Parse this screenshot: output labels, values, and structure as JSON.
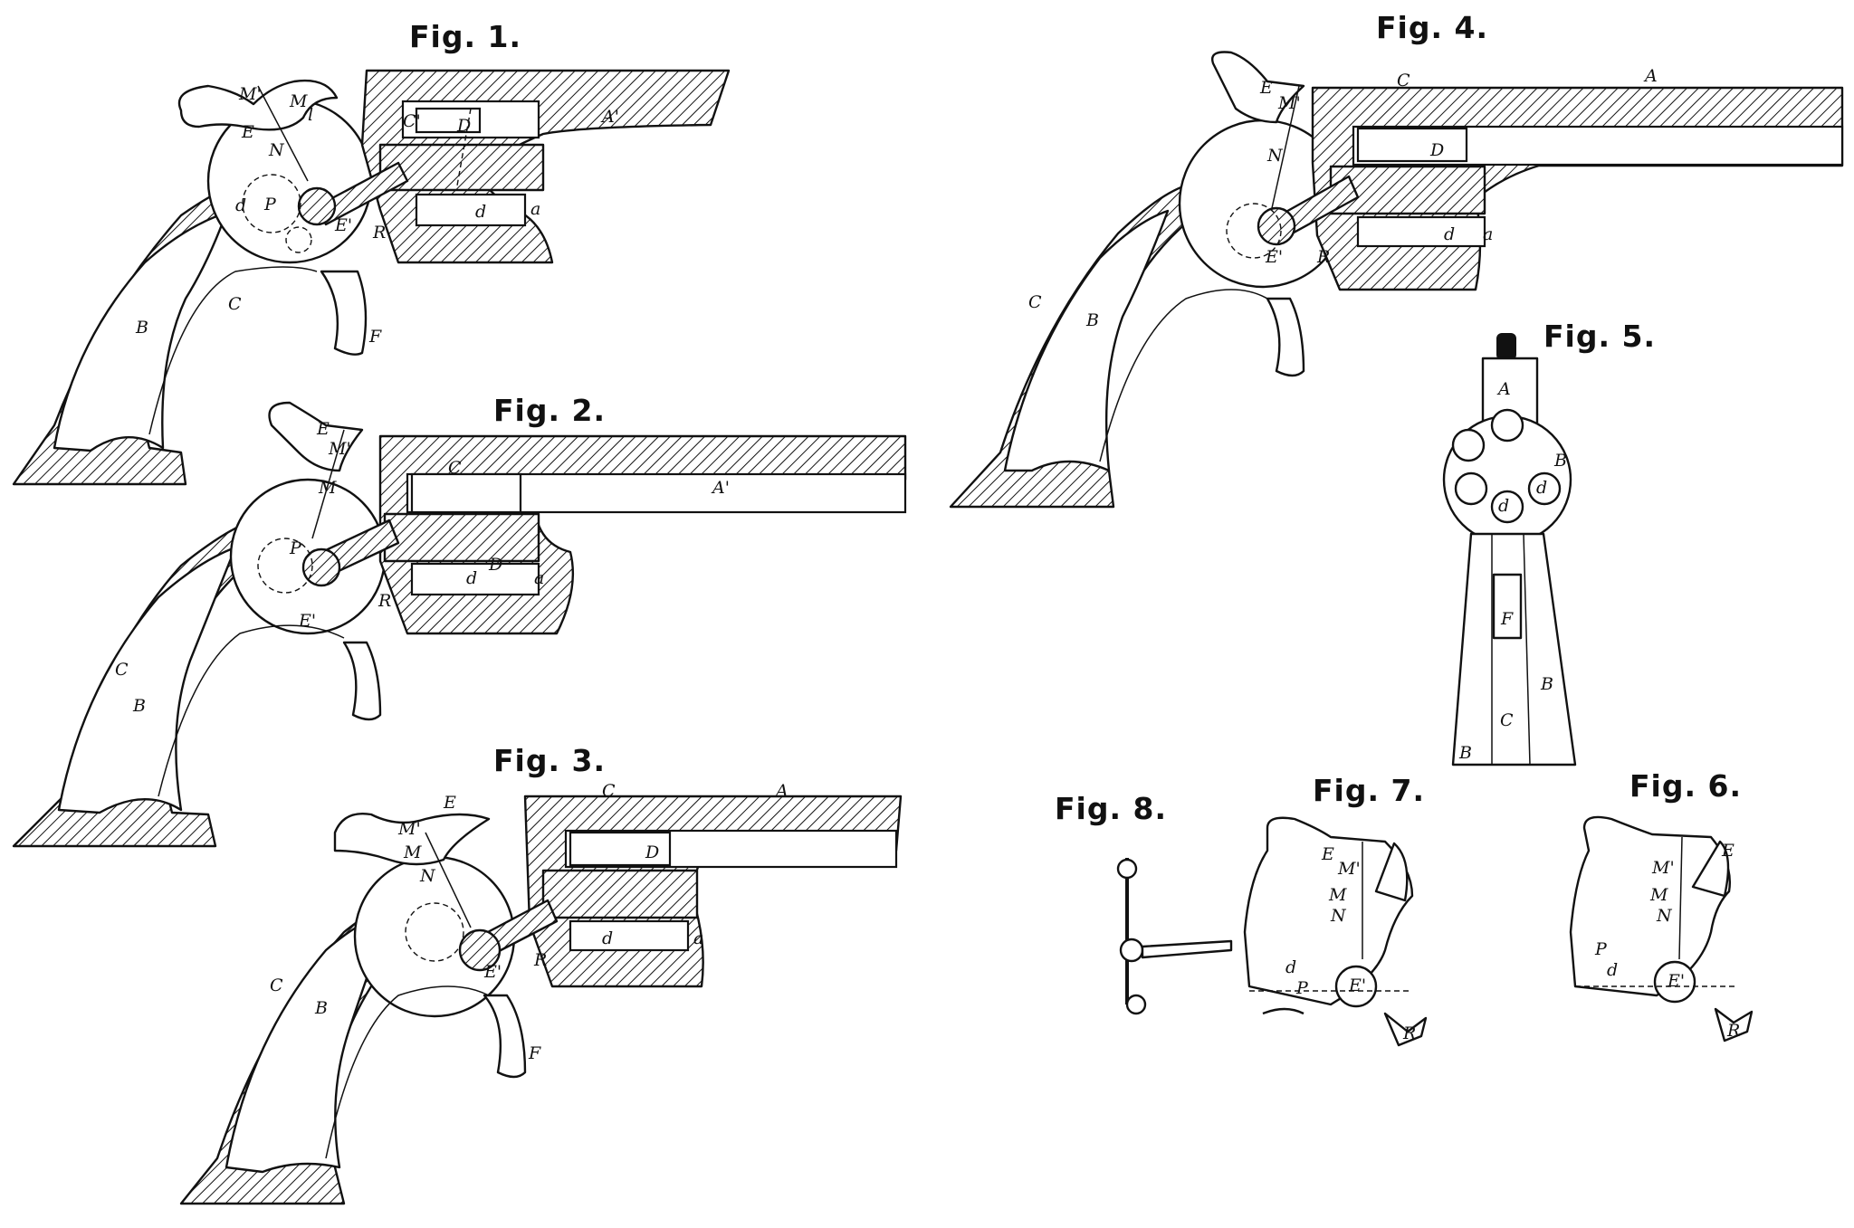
{
  "figures": [
    {
      "id": "fig1",
      "label": "Fig. 1."
    },
    {
      "id": "fig2",
      "label": "Fig. 2."
    },
    {
      "id": "fig3",
      "label": "Fig. 3."
    },
    {
      "id": "fig4",
      "label": "Fig. 4."
    },
    {
      "id": "fig5",
      "label": "Fig. 5."
    },
    {
      "id": "fig6",
      "label": "Fig. 6."
    },
    {
      "id": "fig7",
      "label": "Fig. 7."
    },
    {
      "id": "fig8",
      "label": "Fig. 8."
    }
  ],
  "part_letters": {
    "fig1": {
      "M1": "M'",
      "M": "M",
      "E": "E",
      "l": "l",
      "N": "N",
      "C1": "C'",
      "D": "D",
      "A1": "A'",
      "d_small": "d",
      "P": "P",
      "E1": "E'",
      "R": "R",
      "d": "d",
      "a": "a",
      "B": "B",
      "C": "C",
      "F": "F"
    },
    "fig2": {
      "C": "C",
      "E": "E",
      "M1": "M'",
      "M": "M",
      "A1": "A'",
      "P": "P",
      "D": "D",
      "d": "d",
      "a": "a",
      "E1": "E'",
      "R": "R",
      "C_grip": "C",
      "B": "B"
    },
    "fig3": {
      "E": "E",
      "C": "C",
      "A": "A",
      "M1": "M'",
      "M": "M",
      "N": "N",
      "D": "D",
      "d": "d",
      "a": "a",
      "E1": "E'",
      "R": "R",
      "C_grip": "C",
      "B": "B",
      "F": "F"
    },
    "fig4": {
      "E": "E",
      "M1": "M'",
      "C": "C",
      "A": "A",
      "N": "N",
      "D": "D",
      "d": "d",
      "a": "a",
      "E1": "E'",
      "R": "R",
      "C_grip": "C",
      "B": "B"
    },
    "fig5": {
      "A": "A",
      "B_top": "B",
      "d": "d",
      "d2": "d",
      "F": "F",
      "B": "B",
      "C": "C",
      "B_bottom": "B"
    },
    "fig6": {
      "E": "E",
      "M1": "M'",
      "M": "M",
      "N": "N",
      "P": "P",
      "E1": "E'",
      "R": "R",
      "d": "d"
    },
    "fig7": {
      "E": "E",
      "M1": "M'",
      "M": "M",
      "N": "N",
      "P": "P",
      "E1": "E'",
      "R": "R",
      "d": "d"
    }
  }
}
